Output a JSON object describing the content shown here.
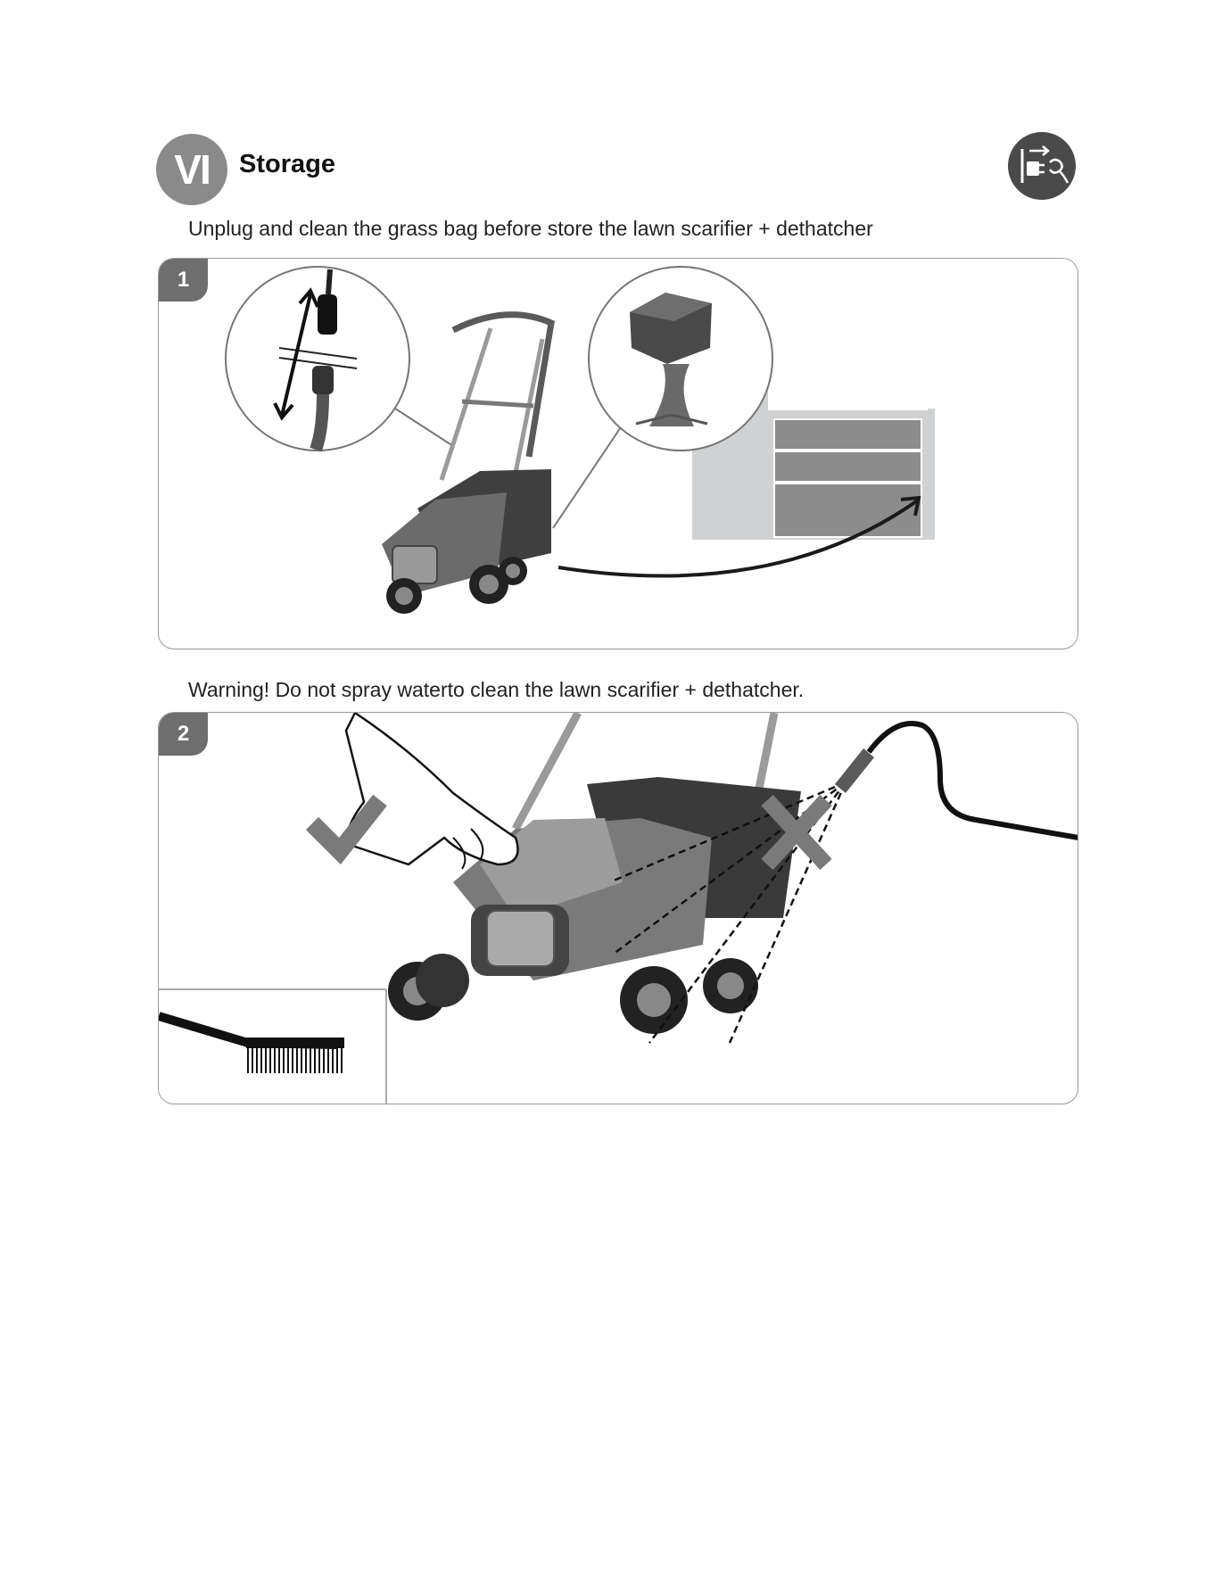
{
  "header": {
    "section_number": "VI",
    "title": "Storage"
  },
  "instructions": {
    "step1_text": "Unplug and clean the grass bag before store the lawn scarifier + dethatcher",
    "step2_text": "Warning! Do not spray waterto clean the lawn scarifier + dethatcher."
  },
  "steps": [
    {
      "number": "1"
    },
    {
      "number": "2"
    }
  ],
  "icons": {
    "header_icon": "unplug-icon",
    "ok_mark": "checkmark-icon",
    "forbidden_mark": "cross-icon"
  },
  "colors": {
    "badge": "#8a8a8a",
    "step_tab": "#6e6e6e",
    "panel_border": "#9a9a9a",
    "illustration_gray": "#7a7a7a",
    "shed_gray": "#cfd1d2"
  }
}
